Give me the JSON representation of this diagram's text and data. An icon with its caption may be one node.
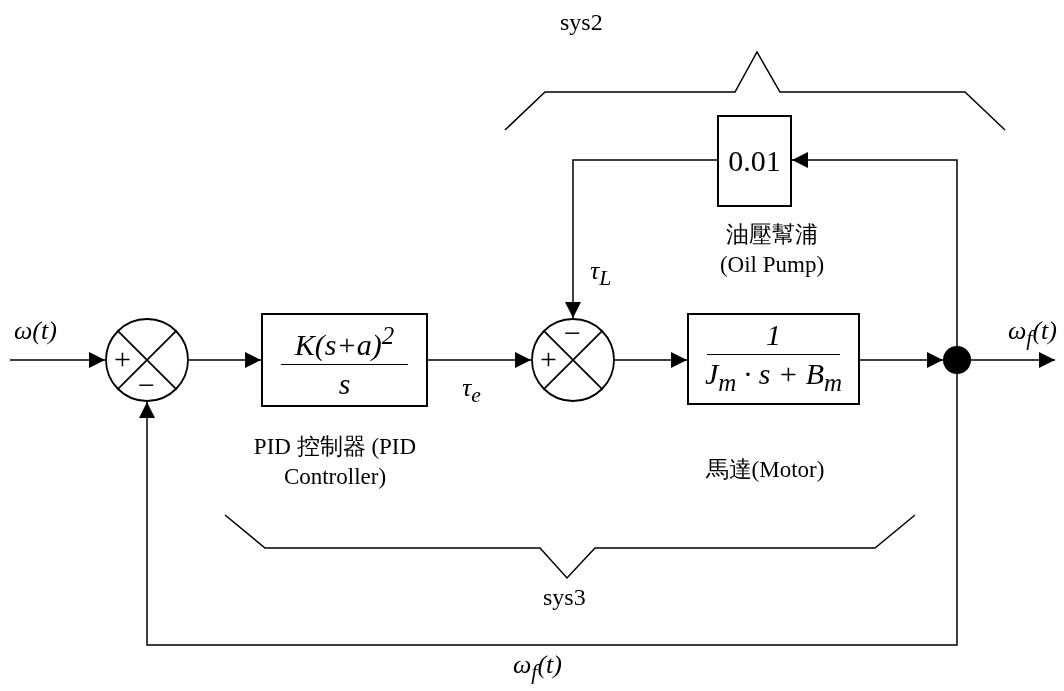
{
  "diagram": {
    "nodes": [
      {
        "text": [
          "+",
          "−"
        ]
      },
      {
        "text": [
          "K(s+a)$^{2}$",
          "s"
        ],
        "beside": [
          "PID 控制器 (PID Controller)"
        ]
      },
      {
        "text": [
          "−",
          "+"
        ]
      },
      {
        "text": [
          "1",
          "J$_{m}$ · s + B$_{m}$"
        ],
        "beside": [
          "馬達(Motor)"
        ]
      },
      {
        "text": [],
        "shape": "circle"
      },
      {
        "text": [
          "0.01"
        ],
        "beside": [
          "油壓幫浦 (Oil Pump)"
        ]
      }
    ],
    "edges": [
      {
        "from": null,
        "to": 0,
        "arrow": "to",
        "label": "ω(t)"
      },
      {
        "from": 0,
        "to": 1,
        "arrow": "to"
      },
      {
        "from": 1,
        "to": 2,
        "arrow": "to",
        "label": "τ$_{e}$"
      },
      {
        "from": 2,
        "to": 3,
        "arrow": "to"
      },
      {
        "from": 3,
        "to": 4,
        "arrow": "to"
      },
      {
        "from": 4,
        "to": null,
        "arrow": "to",
        "label": "ω$_{f}$(t)"
      },
      {
        "from": 4,
        "to": 5,
        "arrow": "to"
      },
      {
        "from": 5,
        "to": 2,
        "arrow": "to",
        "label": "τ$_{L}$"
      },
      {
        "from": 4,
        "to": 0,
        "arrow": "to",
        "label": "ω$_{f}$(t)"
      }
    ],
    "labels": [
      "sys2",
      "sys3"
    ]
  }
}
